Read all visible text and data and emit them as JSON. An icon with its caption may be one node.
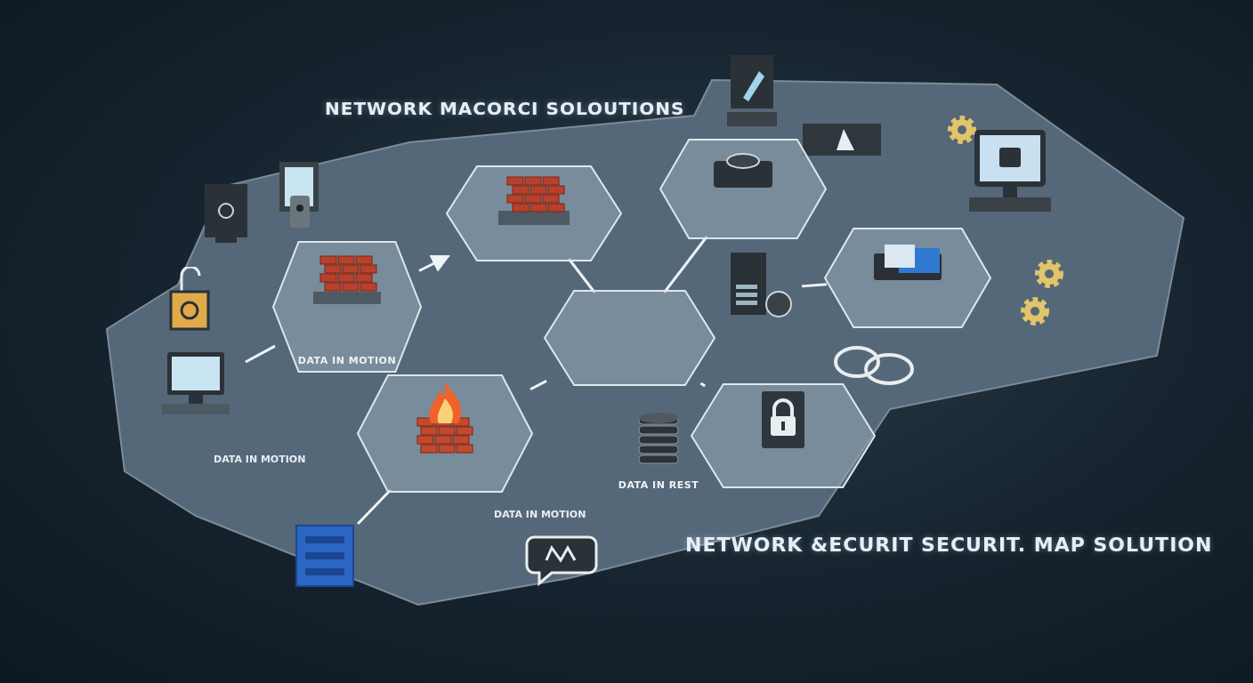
{
  "diagram": {
    "title": "NETWORK MACORCI SOLOUTIONS",
    "nodes": [
      {
        "text": [],
        "shape": "hexagon"
      },
      {
        "text": [
          "DATA IN MOTION"
        ]
      },
      {
        "text": [],
        "shape": "hexagon"
      },
      {
        "text": [],
        "shape": "hexagon"
      },
      {
        "text": [],
        "shape": "hexagon"
      },
      {
        "text": [],
        "shape": "hexagon"
      },
      {
        "text": [],
        "shape": "hexagon"
      },
      {
        "text": [
          "DATA IN REST"
        ]
      },
      {
        "text": [],
        "shape": "picture"
      },
      {
        "text": [],
        "shape": "picture"
      },
      {
        "text": [],
        "shape": "picture"
      },
      {
        "text": [],
        "shape": "picture"
      }
    ],
    "edges": [
      {
        "from": 1,
        "to": 0,
        "arrow": "to"
      },
      {
        "from": 9,
        "to": 1,
        "arrow": "none"
      },
      {
        "from": 0,
        "to": 3,
        "arrow": "none"
      },
      {
        "from": 2,
        "to": 3,
        "arrow": "none"
      },
      {
        "from": 3,
        "to": 5,
        "arrow": "none"
      },
      {
        "from": 4,
        "to": 3,
        "arrow": "none"
      },
      {
        "from": 8,
        "to": 6,
        "arrow": "none"
      },
      {
        "from": 2,
        "to": 10,
        "arrow": "none"
      }
    ],
    "labels": [
      "DATA IN MOTION",
      "DATA IN MOTION",
      "NETWORK &ECURIT SECURIT. MAP SOLUTION"
    ]
  }
}
